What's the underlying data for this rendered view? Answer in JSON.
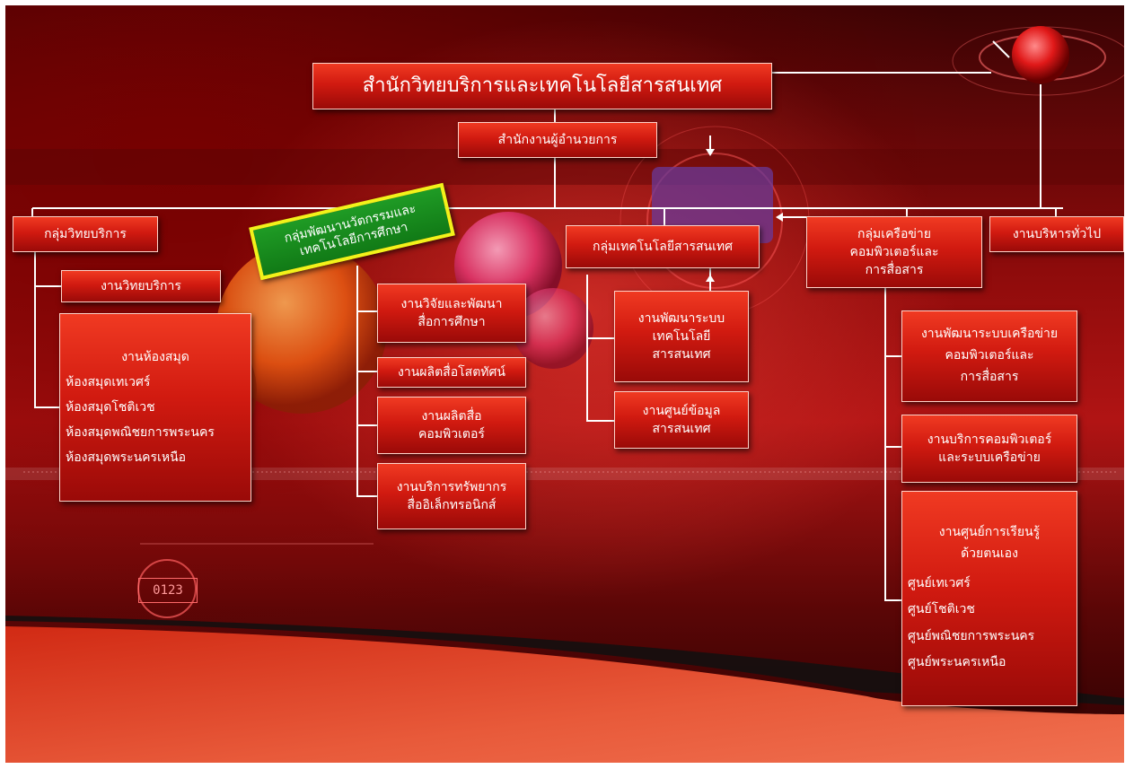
{
  "colors": {
    "box_top": "#f03a22",
    "box_bottom": "#9a0a08",
    "group_green": "#117a16",
    "group_border": "#f2f21a",
    "connector": "#ffffff"
  },
  "org": {
    "title": "สำนักวิทยบริการและเทคโนโลยีสารสนเทศ",
    "director_office": "สำนักงานผู้อำนวยการ",
    "hud_counter": "0123",
    "groups": {
      "service": {
        "label": "กลุ่มวิทยบริการ",
        "units": {
          "academic_service": "งานวิทยบริการ",
          "library": {
            "label": "งานห้องสมุด",
            "items": [
              "ห้องสมุดเทเวศร์",
              "ห้องสมุดโชติเวช",
              "ห้องสมุดพณิชยการพระนคร",
              "ห้องสมุดพระนครเหนือ"
            ]
          }
        }
      },
      "innovation": {
        "label_lines": [
          "กลุ่มพัฒนานวัตกรรมและ",
          "เทคโนโลยีการศึกษา"
        ],
        "units": [
          [
            "งานวิจัยและพัฒนา",
            "สื่อการศึกษา"
          ],
          [
            "งานผลิตสื่อโสตทัศน์"
          ],
          [
            "งานผลิตสื่อ",
            "คอมพิวเตอร์"
          ],
          [
            "งานบริการทรัพยากร",
            "สื่ออิเล็กทรอนิกส์"
          ]
        ]
      },
      "it": {
        "label": "กลุ่มเทคโนโลยีสารสนเทศ",
        "units": [
          [
            "งานพัฒนาระบบ",
            "เทคโนโลยี",
            "สารสนเทศ"
          ],
          [
            "งานศูนย์ข้อมูล",
            "สารสนเทศ"
          ]
        ]
      },
      "network": {
        "label_lines": [
          "กลุ่มเครือข่าย",
          "คอมพิวเตอร์และ",
          "การสื่อสาร"
        ],
        "units": {
          "network_dev": [
            "งานพัฒนาระบบเครือข่าย",
            "คอมพิวเตอร์และ",
            "การสื่อสาร"
          ],
          "computer_service": [
            "งานบริการคอมพิวเตอร์",
            "และระบบเครือข่าย"
          ],
          "learning_center": {
            "label_lines": [
              "งานศูนย์การเรียนรู้",
              "ด้วยตนเอง"
            ],
            "items": [
              "ศูนย์เทเวศร์",
              "ศูนย์โชติเวช",
              "ศูนย์พณิชยการพระนคร",
              "ศูนย์พระนครเหนือ"
            ]
          }
        }
      },
      "general_admin": {
        "label": "งานบริหารทั่วไป"
      }
    }
  }
}
